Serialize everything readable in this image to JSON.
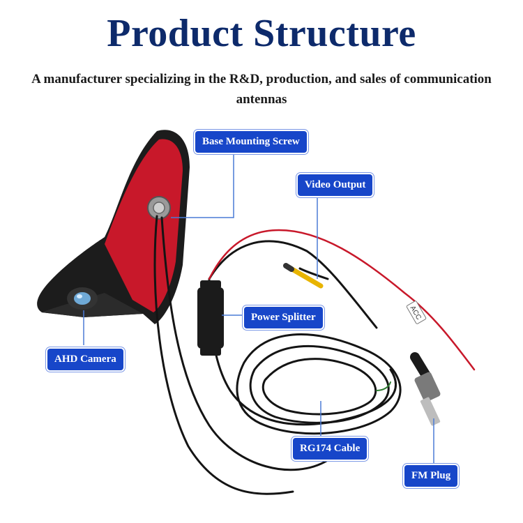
{
  "header": {
    "title": "Product Structure",
    "subtitle": "A manufacturer specializing in the R&D, production, and sales of communication antennas"
  },
  "labels": {
    "base_mounting_screw": "Base Mounting Screw",
    "video_output": "Video Output",
    "power_splitter": "Power Splitter",
    "ahd_camera": "AHD Camera",
    "rg174_cable": "RG174 Cable",
    "fm_plug": "FM Plug"
  },
  "tag_text": "ACC",
  "colors": {
    "title": "#0d2a6b",
    "label_bg": "#1746c9",
    "leader": "#4a7bd6",
    "red_pad": "#c8182a",
    "housing": "#1c1c1c"
  }
}
